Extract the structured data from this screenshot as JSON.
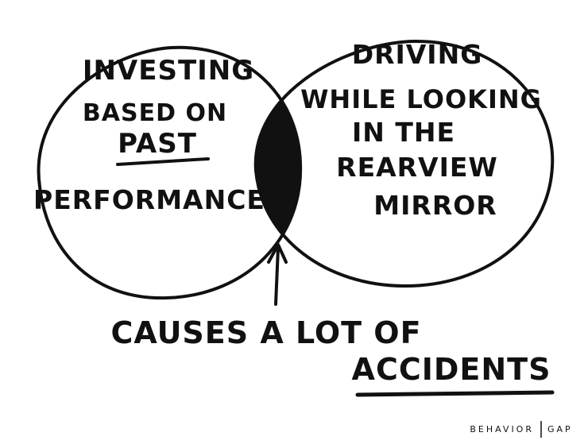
{
  "diagram": {
    "left_circle": {
      "lines": [
        "INVESTING",
        "BASED ON",
        "PAST",
        "PERFORMANCE"
      ]
    },
    "right_circle": {
      "lines": [
        "DRIVING",
        "WHILE LOOKING",
        "IN THE",
        "REARVIEW",
        "MIRROR"
      ]
    },
    "caption": {
      "line1": "CAUSES A LOT OF",
      "line2": "ACCIDENTS"
    }
  },
  "brand": {
    "left": "BEHAVIOR",
    "right": "GAP"
  },
  "colors": {
    "ink": "#111111",
    "background": "#ffffff"
  }
}
